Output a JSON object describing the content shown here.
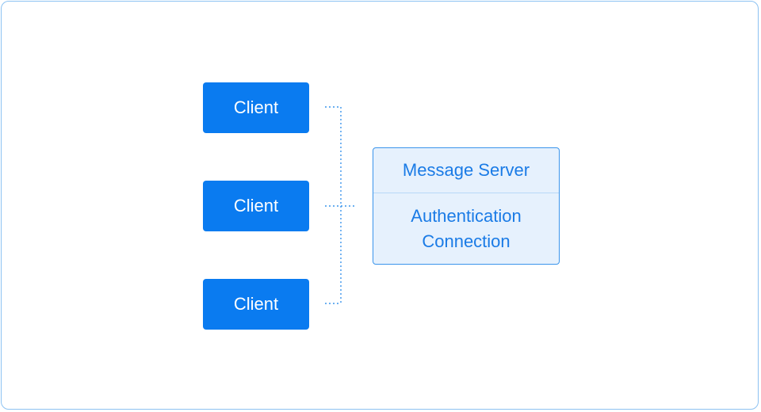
{
  "diagram": {
    "clients": [
      {
        "label": "Client"
      },
      {
        "label": "Client"
      },
      {
        "label": "Client"
      }
    ],
    "server": {
      "title": "Message Server",
      "lines": [
        "Authentication",
        "Connection"
      ]
    }
  },
  "colors": {
    "client_fill": "#0a7bf0",
    "server_fill": "#e6f1fd",
    "server_border": "#3b95ec",
    "server_text": "#1a7be6",
    "connector": "#3b95ec",
    "frame_border": "#8cc2f2"
  }
}
